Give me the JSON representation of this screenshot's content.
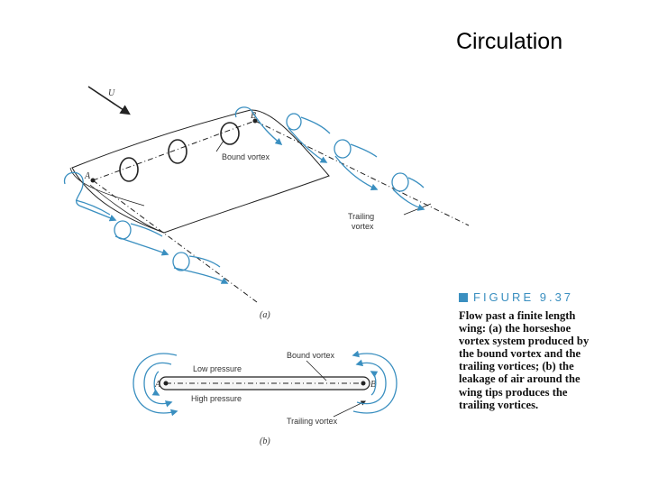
{
  "title": "Circulation",
  "panel_a": {
    "flow_label": "U",
    "point_a": "A",
    "point_b": "B",
    "bound_vortex": "Bound vortex",
    "trailing_vortex_line1": "Trailing",
    "trailing_vortex_line2": "vortex",
    "tag": "(a)"
  },
  "panel_b": {
    "low_pressure": "Low pressure",
    "high_pressure": "High pressure",
    "bound_vortex": "Bound vortex",
    "trailing_vortex": "Trailing vortex",
    "point_a": "A",
    "point_b": "B",
    "tag": "(b)"
  },
  "caption": {
    "heading": "FIGURE 9.37",
    "body": "Flow past a finite length wing: (a) the horseshoe vortex system produced by the bound vortex and the trailing vortices; (b) the leakage of air around the wing tips produces the trailing vortices."
  },
  "colors": {
    "vortex_blue": "#3a8fc0",
    "line": "#222222",
    "caption_accent": "#3a8fc0"
  }
}
